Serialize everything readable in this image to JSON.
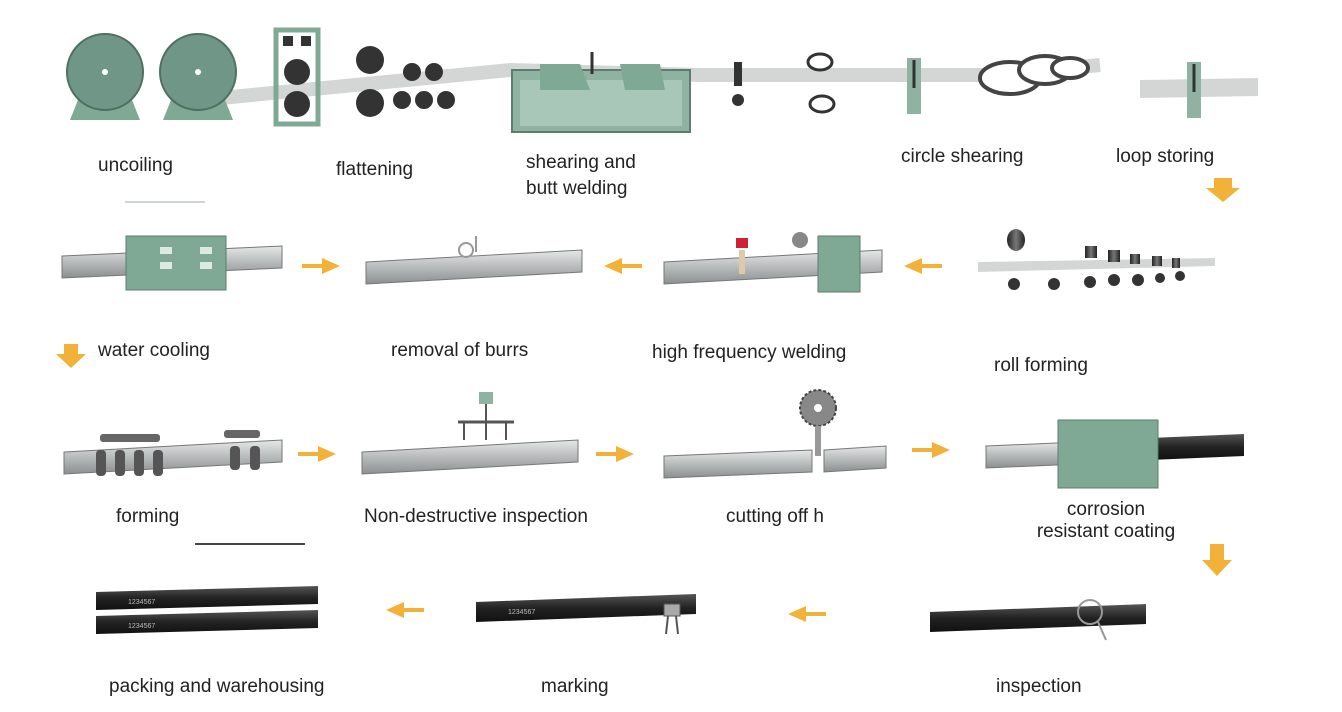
{
  "steps": {
    "uncoiling": "uncoiling",
    "flattening": "flattening",
    "shearing_line1": "shearing and",
    "shearing_line2": "butt welding",
    "circle_shearing": "circle shearing",
    "loop_storing": "loop storing",
    "water_cooling": "water cooling",
    "removal_of_burrs": "removal of burrs",
    "high_frequency_welding": "high frequency welding",
    "roll_forming": "roll forming",
    "forming": "forming",
    "non_destructive_inspection": "Non-destructive inspection",
    "cutting_off": "cutting off h",
    "coating_line1": "corrosion",
    "coating_line2": "resistant coating",
    "packing": "packing and warehousing",
    "marking": "marking",
    "inspection": "inspection"
  },
  "marking_text": "1234567",
  "colors": {
    "machine_green": "#7fa895",
    "arrow_orange": "#f2b23a",
    "steel_gray": "#b9bcbd",
    "dark_pipe": "#2b2b2b"
  }
}
